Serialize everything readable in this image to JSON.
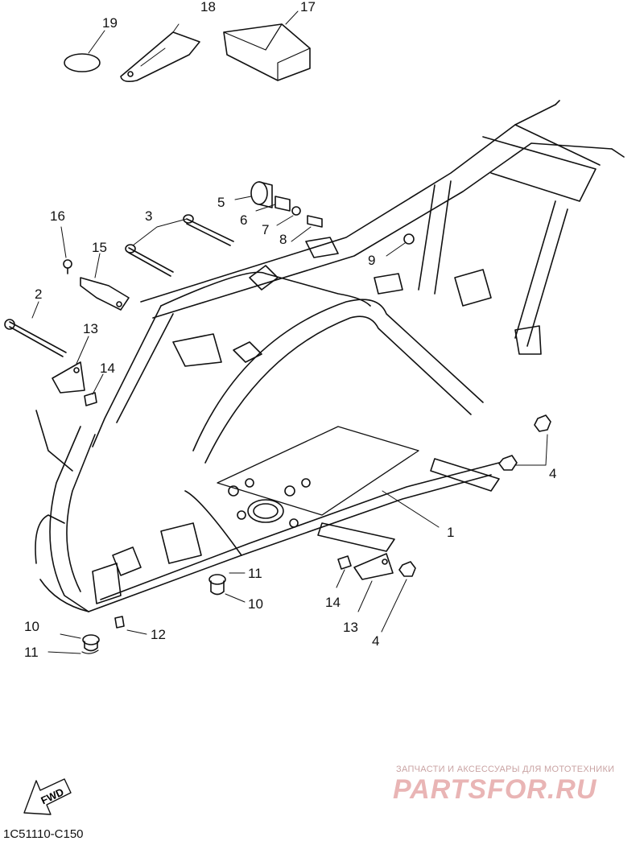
{
  "callouts": [
    {
      "id": "c19",
      "text": "19"
    },
    {
      "id": "c18",
      "text": "18"
    },
    {
      "id": "c17",
      "text": "17"
    },
    {
      "id": "c16",
      "text": "16"
    },
    {
      "id": "c3",
      "text": "3"
    },
    {
      "id": "c15",
      "text": "15"
    },
    {
      "id": "c5",
      "text": "5"
    },
    {
      "id": "c6",
      "text": "6"
    },
    {
      "id": "c7",
      "text": "7"
    },
    {
      "id": "c8",
      "text": "8"
    },
    {
      "id": "c9",
      "text": "9"
    },
    {
      "id": "c2",
      "text": "2"
    },
    {
      "id": "c13a",
      "text": "13"
    },
    {
      "id": "c14a",
      "text": "14"
    },
    {
      "id": "c4a",
      "text": "4"
    },
    {
      "id": "c1",
      "text": "1"
    },
    {
      "id": "c11a",
      "text": "11"
    },
    {
      "id": "c10a",
      "text": "10"
    },
    {
      "id": "c14b",
      "text": "14"
    },
    {
      "id": "c13b",
      "text": "13"
    },
    {
      "id": "c4b",
      "text": "4"
    },
    {
      "id": "c10b",
      "text": "10"
    },
    {
      "id": "c12",
      "text": "12"
    },
    {
      "id": "c11b",
      "text": "11"
    }
  ],
  "fwd_label": "FWD",
  "diagram_code": "1C51110-C150",
  "watermark": {
    "subtitle": "ЗАПЧАСТИ И АКСЕССУАРЫ ДЛЯ МОТОТЕХНИКИ",
    "brand": "PARTSFOR.RU"
  }
}
